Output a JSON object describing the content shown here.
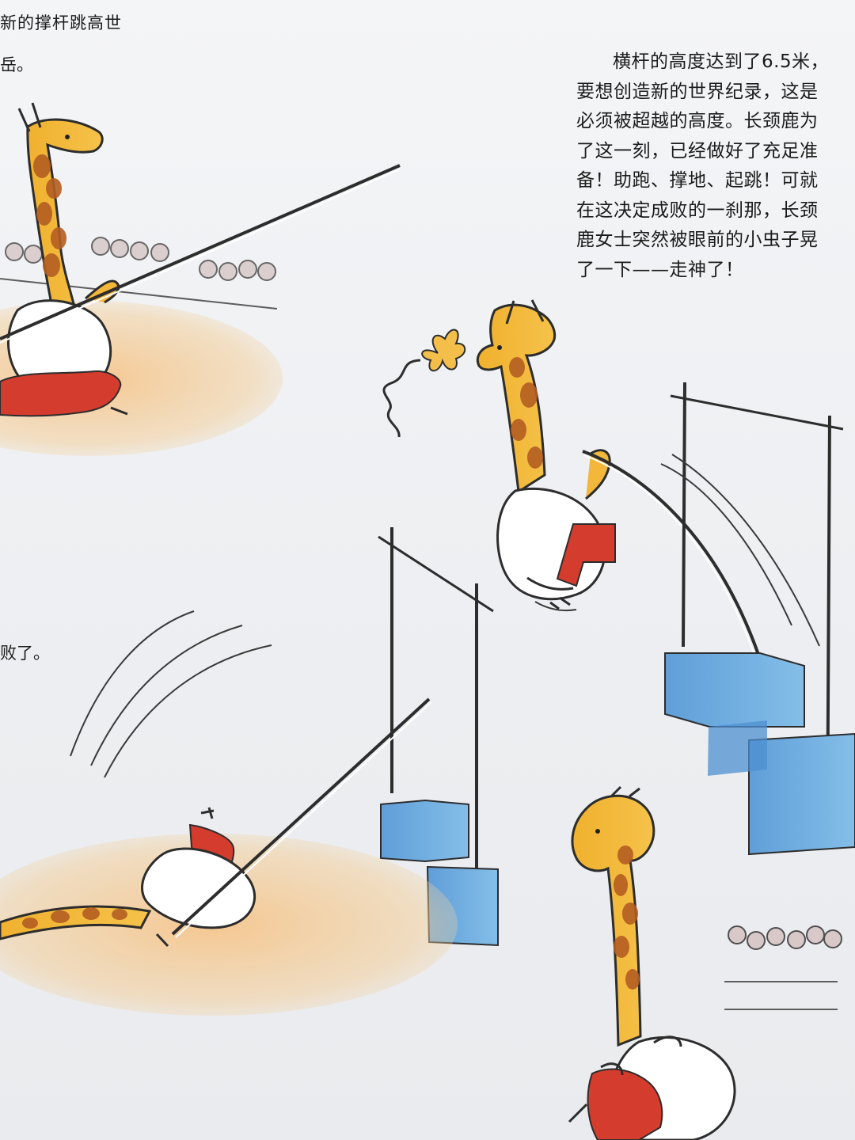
{
  "top_text": {
    "line_1": "新的撑杆跳高世",
    "line_2": "岳。"
  },
  "left_mid_text": "败了。",
  "story": {
    "lines": [
      "横杆的高度达到了6.5米，",
      "要想创造新的世界纪录，这是",
      "必须被超越的高度。长颈鹿为",
      "了这一刻，已经做好了充足准",
      "备！助跑、撑地、起跳！可就",
      "在这决定成败的一刹那，长颈",
      "鹿女士突然被眼前的小虫子晃",
      "了一下——走神了！"
    ]
  },
  "colors": {
    "ink": "#1b1b1b",
    "giraffe_yellow": "#f2b73b",
    "giraffe_spots": "#b45e22",
    "track_sand": "#f4c98e",
    "skirt_red": "#d43c2e",
    "mat_blue": "#69a8de",
    "paper": "#eef0f3"
  },
  "illustration": {
    "scenes": [
      "giraffe-running-with-pole",
      "giraffe-jumping-over-bar",
      "giraffe-crashed-on-ground",
      "giraffe-standing-disappointed"
    ],
    "icon_names": [
      "butterfly-icon",
      "crowd-icon",
      "pole-vault-bar-icon",
      "landing-mat-icon"
    ]
  }
}
